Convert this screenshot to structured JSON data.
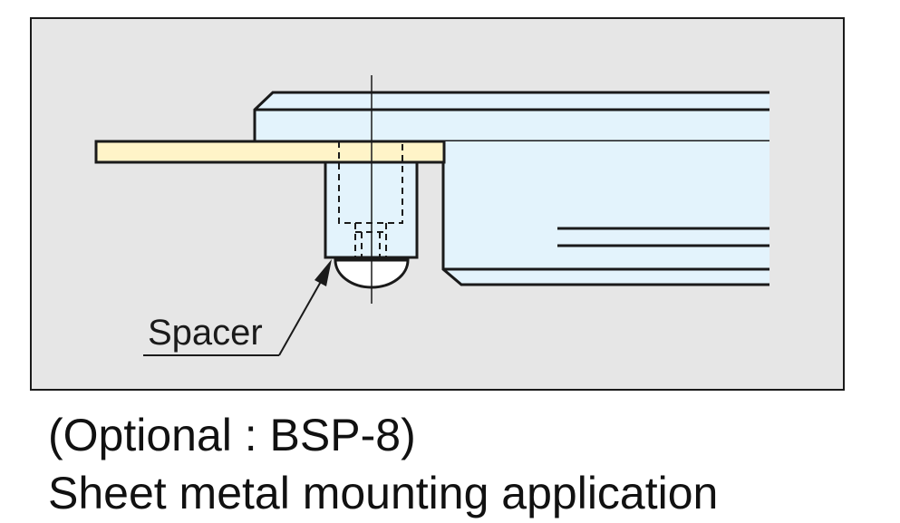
{
  "diagram": {
    "callout_label": "Spacer",
    "colors": {
      "panel_fill": "#e6e6e6",
      "outline": "#1a1a1a",
      "rail_fill": "#e3f3fc",
      "sheet_metal_fill": "#fff4c8",
      "spacer_fill": "#e3f3fc",
      "ball_fill": "#ffffff"
    }
  },
  "caption": {
    "line1": "(Optional : BSP-8)",
    "line2": "Sheet metal mounting application"
  }
}
